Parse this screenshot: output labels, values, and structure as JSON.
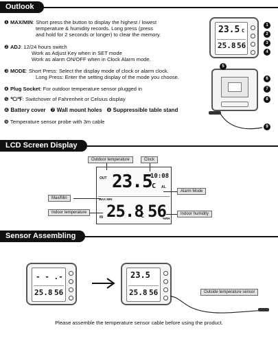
{
  "sections": {
    "outlook": "Outlook",
    "lcd": "LCD Screen Display",
    "sensor": "Sensor Assembling"
  },
  "outlook": {
    "items": [
      {
        "num": "❶",
        "key": "MAX/MIN",
        "text": ": Short press the button to display the highest / lowest",
        "l2": "temperature & humidity records. Long press (press",
        "l3": "and hold for 2 seconds or longer) to clear the memory."
      },
      {
        "num": "❷",
        "key": "ADJ",
        "text": ": 12/24 hours switch",
        "l2": "Work as Adjust Key when in SET mode",
        "l3": "Work as alarm ON/OFF when in Clock Alarm mode."
      },
      {
        "num": "❸",
        "key": "MODE",
        "text": ": Short Press: Select the display mode of clock or alarm clock.",
        "l2": "Long Press: Enter the setting display of the mode you choose.",
        "l3": ""
      }
    ],
    "plug": {
      "num": "❹",
      "key": "Plug Socket",
      "text": ": For outdoor temperature sensor plugged in"
    },
    "unit": {
      "num": "❺",
      "key": "℃/℉",
      "text": ": Switchover of Fahrenheit or Celsius display"
    },
    "parts": {
      "n6": "❻",
      "l6": "Battery cover",
      "n7": "❼",
      "l7": "Wall mount holes",
      "n8": "❽",
      "l8": "Suppressible table stand"
    },
    "probe": {
      "num": "❾",
      "text": "Temperature sensor probe with 3m cable"
    },
    "badges": [
      "1",
      "2",
      "3",
      "4",
      "5",
      "6",
      "7",
      "8",
      "9"
    ],
    "device_readout": {
      "top": "23.5",
      "top_unit": "C",
      "bottom": "25.8",
      "bottom_right": "56"
    }
  },
  "lcd": {
    "labels": {
      "outdoor": "Outdoor temperature",
      "clock": "Clock",
      "alarm": "Alarm Mode",
      "maxmin": "Max/Min",
      "indoor_temp": "Indoor temperature",
      "indoor_hum": "Indoor humidity"
    },
    "screen": {
      "out": "OUT",
      "outdoor_val": "23.5",
      "outdoor_unit": "C",
      "clock_val": "10:08",
      "al": "AL",
      "maxmin": "MAX MIN",
      "in": "IN",
      "indoor_val": "25.8",
      "indoor_unit": "C",
      "hum_val": "56",
      "hum_unit": "%RH"
    }
  },
  "sensor": {
    "cable_label": "Outside temperature sensor",
    "before": {
      "top": "- - .-",
      "bottom": "25.8",
      "hum": "56"
    },
    "after": {
      "top": "23.5",
      "bottom": "25.8",
      "hum": "56"
    },
    "note": "Please assemble the temperature sensor cable before using the product."
  }
}
